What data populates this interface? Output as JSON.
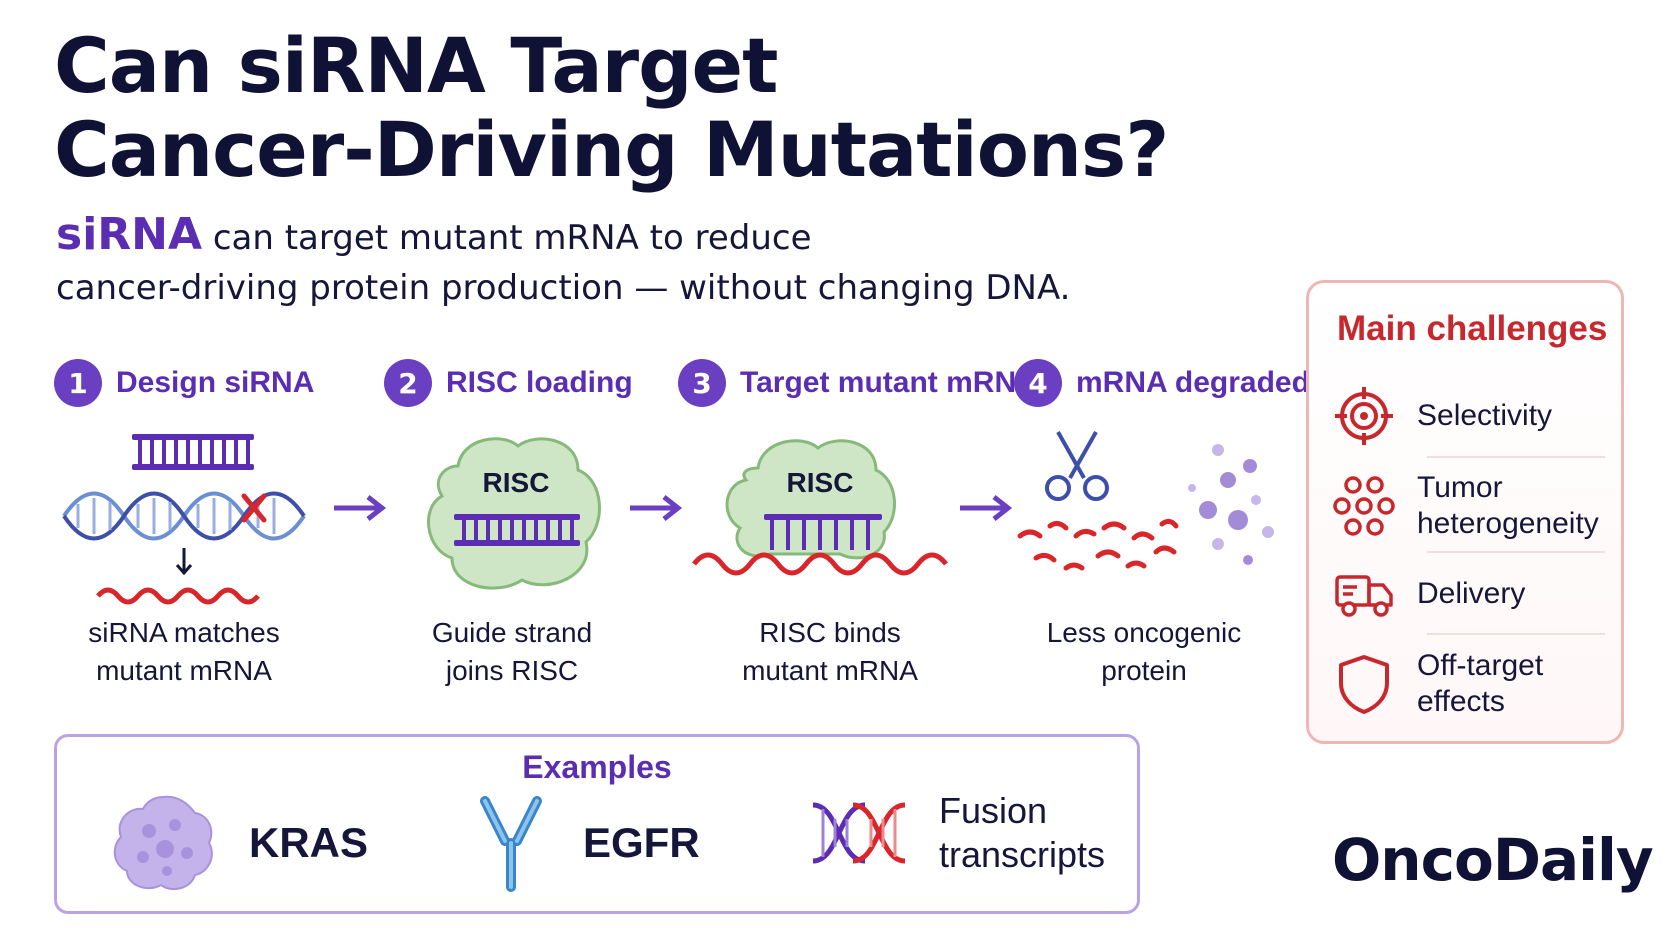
{
  "title_line1": "Can siRNA Target",
  "title_line2": "Cancer-Driving Mutations?",
  "subtitle": {
    "highlight": "siRNA",
    "rest_line1": " can target mutant mRNA to reduce",
    "line2": "cancer-driving protein production — without changing DNA."
  },
  "steps": [
    {
      "num": "1",
      "label": "Design siRNA",
      "caption1": "siRNA matches",
      "caption2": "mutant mRNA"
    },
    {
      "num": "2",
      "label": "RISC loading",
      "caption1": "Guide strand",
      "caption2": "joins RISC"
    },
    {
      "num": "3",
      "label": "Target mutant mRNA",
      "caption1": "RISC binds",
      "caption2": "mutant mRNA"
    },
    {
      "num": "4",
      "label": "mRNA degraded",
      "caption1": "Less oncogenic",
      "caption2": "protein"
    }
  ],
  "risc_label": "RISC",
  "examples": {
    "title": "Examples",
    "items": [
      {
        "label": "KRAS",
        "icon": "cell-icon"
      },
      {
        "label": "EGFR",
        "icon": "receptor-icon"
      },
      {
        "label_line1": "Fusion",
        "label_line2": "transcripts",
        "icon": "dna-icon"
      }
    ]
  },
  "challenges": {
    "title": "Main challenges",
    "items": [
      {
        "label_line1": "Selectivity",
        "label_line2": "",
        "icon": "target-icon"
      },
      {
        "label_line1": "Tumor",
        "label_line2": "heterogeneity",
        "icon": "cluster-icon"
      },
      {
        "label_line1": "Delivery",
        "label_line2": "",
        "icon": "truck-icon"
      },
      {
        "label_line1": "Off-target",
        "label_line2": "effects",
        "icon": "shield-icon"
      }
    ]
  },
  "brand": "OncoDaily",
  "colors": {
    "purple": "#5b2db2",
    "red": "#c7282d",
    "navy": "#0f1135",
    "green": "#cfe6c6"
  }
}
